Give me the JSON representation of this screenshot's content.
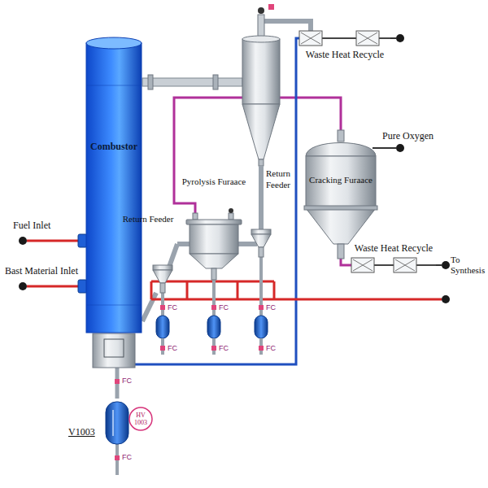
{
  "diagram": {
    "nodes": [
      {
        "text": [
          "Combustor"
        ]
      },
      {
        "text": [
          "Return Feeder"
        ]
      },
      {
        "text": [
          "Pyrolysis Furaace"
        ]
      },
      {
        "text": [
          "Return Feeder"
        ]
      },
      {
        "text": [
          "Waste Heat Recycle"
        ]
      },
      {
        "text": [
          "Cracking Furaace"
        ]
      },
      {
        "text": [
          "Waste Heat Recycle"
        ]
      },
      {
        "text": [
          "V1003"
        ]
      },
      {
        "text": [
          "HV 1003"
        ]
      }
    ],
    "edges": [
      {
        "from": 0,
        "to": 1,
        "arrow": "none"
      },
      {
        "from": 1,
        "to": 2,
        "arrow": "none"
      },
      {
        "from": 2,
        "to": 3,
        "arrow": "none"
      },
      {
        "from": 2,
        "to": 5,
        "arrow": "none"
      },
      {
        "from": 5,
        "to": 6,
        "arrow": "none"
      },
      {
        "from": 0,
        "to": 4,
        "arrow": "none"
      },
      {
        "from": 0,
        "to": 7,
        "arrow": "none"
      }
    ],
    "labels": [
      "Fuel Inlet",
      "Bast Material Inlet",
      "Pure Oxygen",
      "To Synthesis",
      "FC",
      "FC",
      "FC",
      "FC",
      "FC",
      "FC",
      "FC",
      "FC"
    ]
  }
}
